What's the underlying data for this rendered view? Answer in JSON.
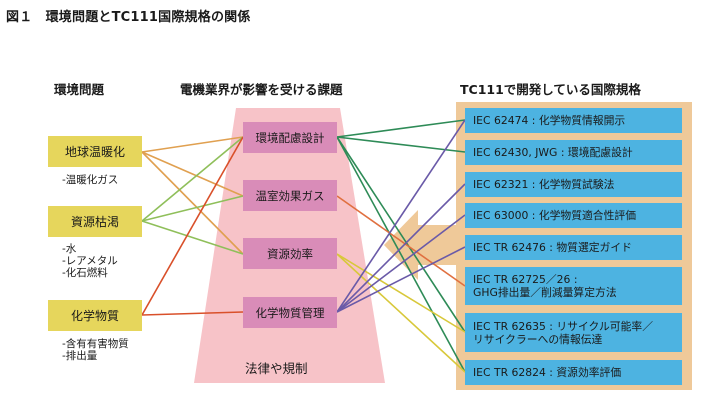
{
  "figure_title": "図１　環境問題とTC111国際規格の関係",
  "columns": {
    "left_heading": "環境問題",
    "middle_heading": "電機業界が影響を受ける課題",
    "right_heading": "TC111で開発している国際規格"
  },
  "environmental_issues": [
    {
      "id": "global_warming",
      "label": "地球温暖化",
      "details": "-温暖化ガス",
      "line_color": "#e0a050"
    },
    {
      "id": "resource_depletion",
      "label": "資源枯渇",
      "details": "-水\n-レアメタル\n-化石燃料",
      "line_color": "#8fbf5a"
    },
    {
      "id": "chemicals",
      "label": "化学物質",
      "details": "-含有有害物質\n-排出量",
      "line_color": "#d9502a"
    }
  ],
  "industry_issues": [
    {
      "id": "ecodesign",
      "label": "環境配慮設計",
      "line_color": "#2e8b57"
    },
    {
      "id": "ghg",
      "label": "温室効果ガス",
      "line_color": "#e07040"
    },
    {
      "id": "resource_efficiency",
      "label": "資源効率",
      "line_color": "#d8c83a"
    },
    {
      "id": "chem_mgmt",
      "label": "化学物質管理",
      "line_color": "#6a5aa8"
    }
  ],
  "law_label": "法律や規制",
  "standards": [
    {
      "id": "s1",
      "label": "IEC 62474 : 化学物質情報開示"
    },
    {
      "id": "s2",
      "label": "IEC 62430, JWG : 環境配慮設計"
    },
    {
      "id": "s3",
      "label": "IEC 62321 : 化学物質試験法"
    },
    {
      "id": "s4",
      "label": "IEC 63000 : 化学物質適合性評価"
    },
    {
      "id": "s5",
      "label": "IEC TR 62476 : 物質選定ガイド"
    },
    {
      "id": "s6",
      "label": "IEC TR 62725／26 :\nGHG排出量／削減量算定方法"
    },
    {
      "id": "s7",
      "label": "IEC TR 62635 : リサイクル可能率／\nリサイクラーへの情報伝達"
    },
    {
      "id": "s8",
      "label": "IEC TR 62824 : 資源効率評価"
    }
  ],
  "links_left": [
    {
      "from": "global_warming",
      "to": [
        "ecodesign",
        "ghg",
        "resource_efficiency"
      ]
    },
    {
      "from": "resource_depletion",
      "to": [
        "ecodesign",
        "ghg",
        "resource_efficiency"
      ]
    },
    {
      "from": "chemicals",
      "to": [
        "ecodesign",
        "chem_mgmt"
      ]
    }
  ],
  "links_right": [
    {
      "from": "ecodesign",
      "to": [
        "s1",
        "s2",
        "s7",
        "s8"
      ]
    },
    {
      "from": "ghg",
      "to": [
        "s6"
      ]
    },
    {
      "from": "resource_efficiency",
      "to": [
        "s7",
        "s8"
      ]
    },
    {
      "from": "chem_mgmt",
      "to": [
        "s1",
        "s3",
        "s4",
        "s5"
      ]
    }
  ],
  "colors": {
    "issue_box": "#e6d65c",
    "industry_box": "#d98cb8",
    "regulation_trapezoid": "#f7c3c8",
    "standards_panel": "#efc999",
    "standard_box": "#4db3e1"
  }
}
